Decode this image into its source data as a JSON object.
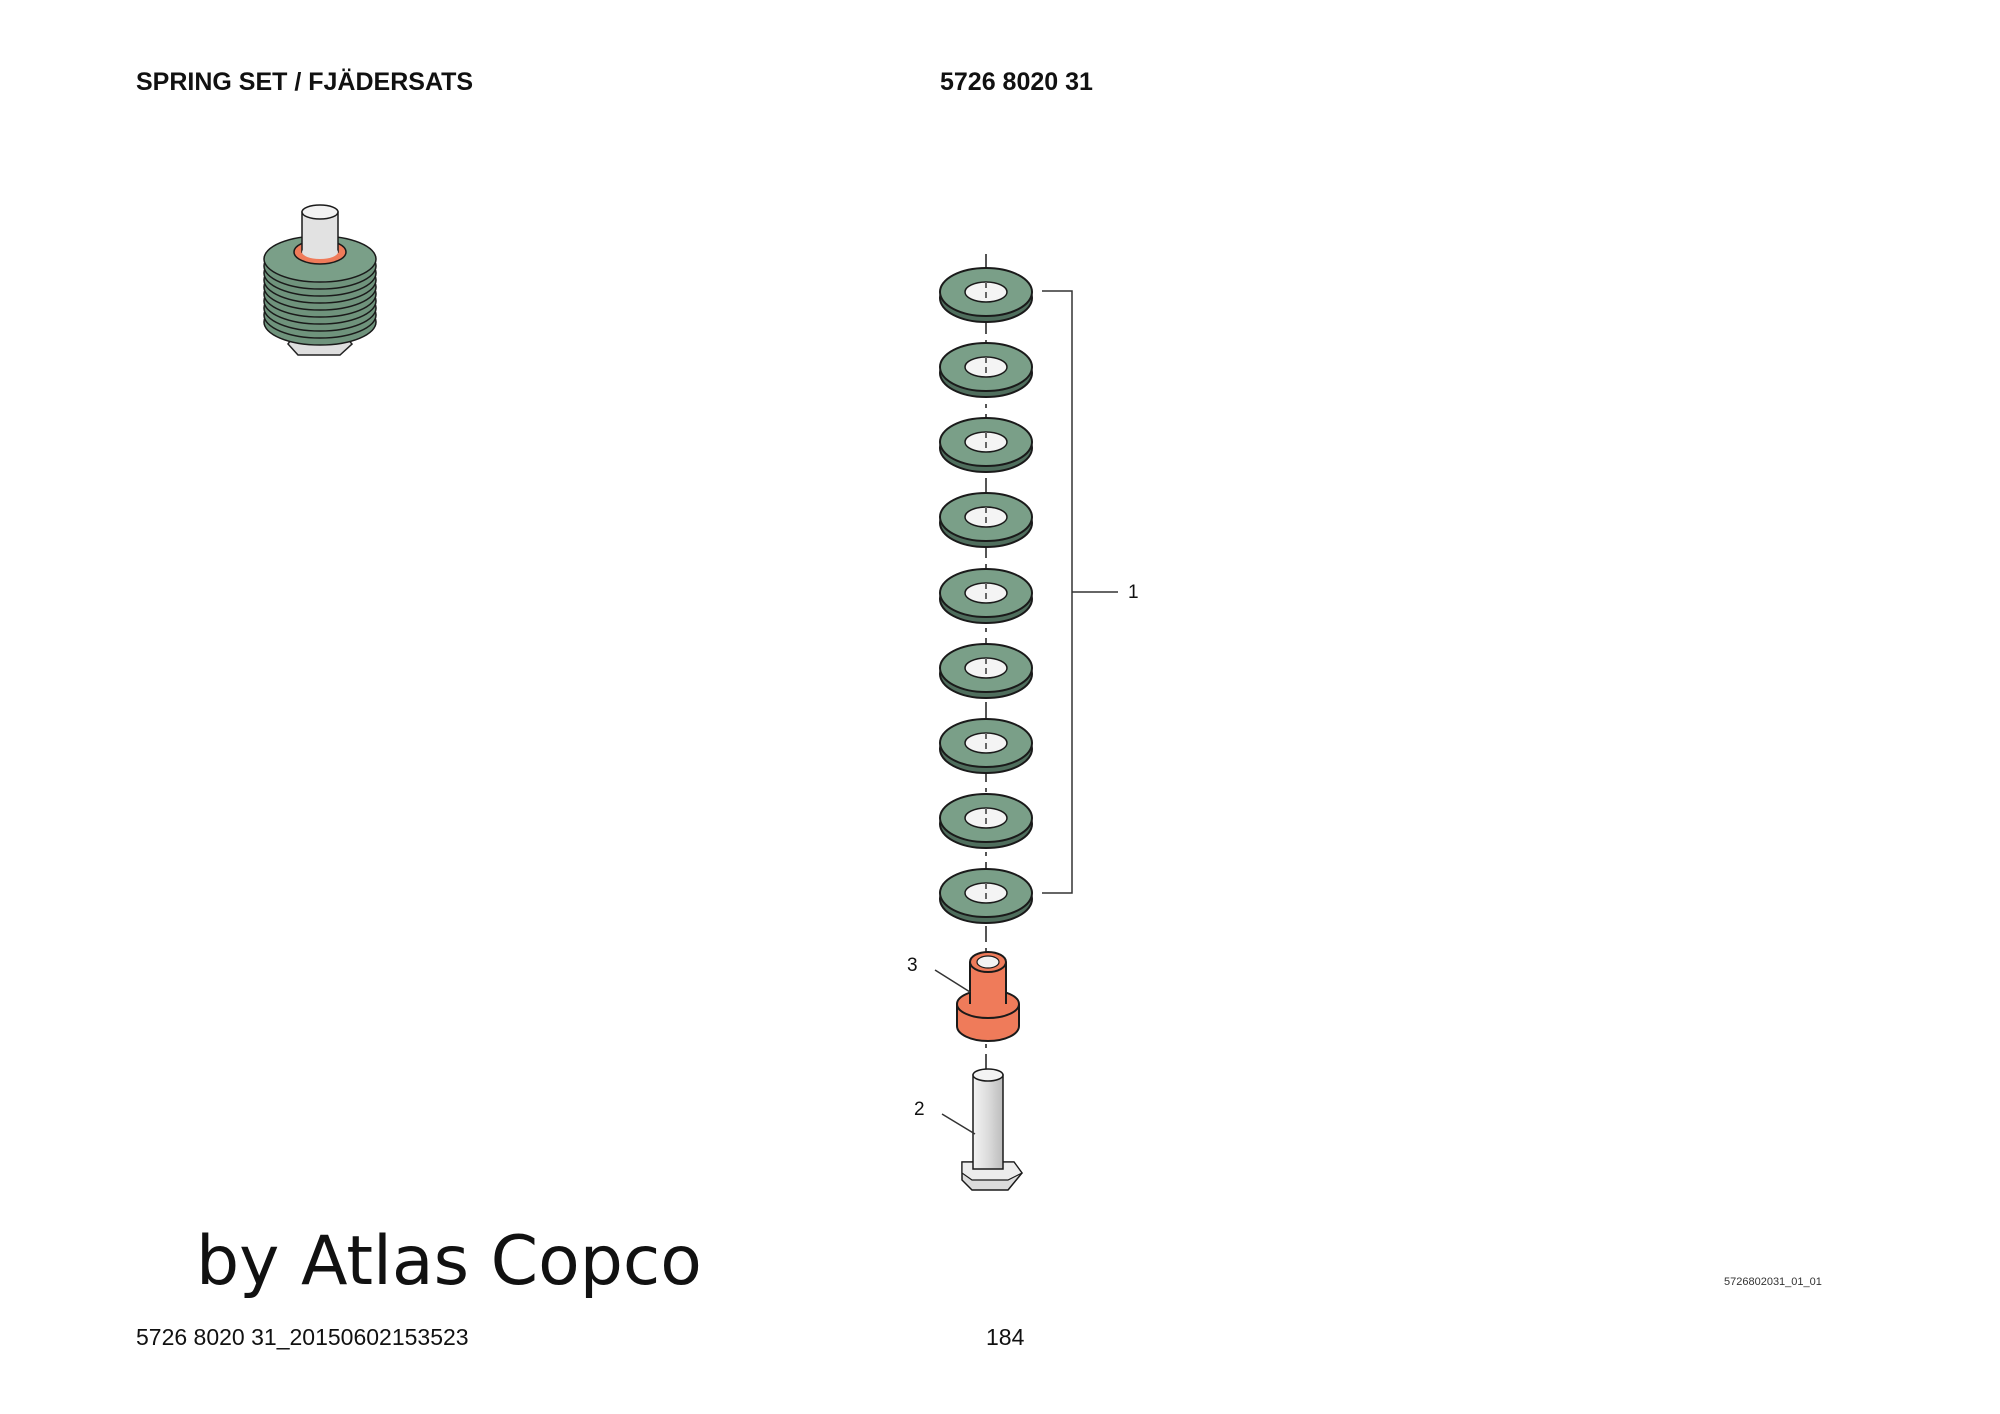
{
  "header": {
    "title": "SPRING SET / FJÄDERSATS",
    "part_number": "5726 8020 31"
  },
  "callouts": {
    "item_1": "1",
    "item_2": "2",
    "item_3": "3"
  },
  "brand_text": "by Atlas Copco",
  "drawing_ref": "5726802031_01_01",
  "footer": {
    "doc_id": "5726 8020 31_20150602153523",
    "page_number": "184"
  },
  "colors": {
    "washer": "#7a9f88",
    "bushing": "#ef7b5a",
    "bolt": "#e2e2e2",
    "outline": "#1a1a1a"
  }
}
